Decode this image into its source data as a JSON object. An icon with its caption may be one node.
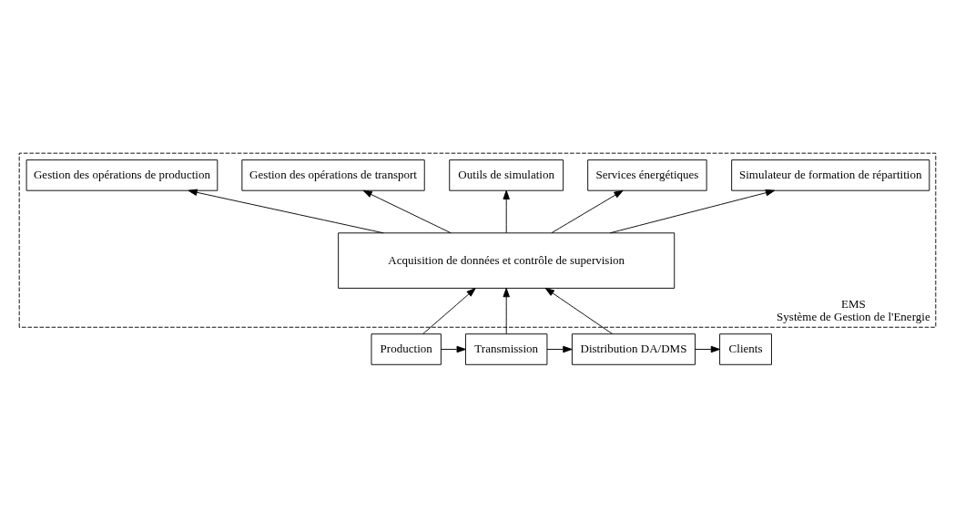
{
  "diagram": {
    "nodes": [
      {
        "text": [
          "EMS",
          "Système de Gestion de l'Energie"
        ]
      },
      {
        "text": [
          "Gestion des opérations de production"
        ],
        "in": 0
      },
      {
        "text": [
          "Gestion des opérations de transport"
        ],
        "in": 0
      },
      {
        "text": [
          "Outils de simulation"
        ],
        "in": 0
      },
      {
        "text": [
          "Services énergétiques"
        ],
        "in": 0
      },
      {
        "text": [
          "Simulateur de formation de répartition"
        ],
        "in": 0
      },
      {
        "text": [
          "Acquisition de données et contrôle de supervision"
        ],
        "in": 0
      },
      {
        "text": [
          "Production"
        ]
      },
      {
        "text": [
          "Transmission"
        ]
      },
      {
        "text": [
          "Distribution DA/DMS"
        ]
      },
      {
        "text": [
          "Clients"
        ]
      }
    ],
    "edges": [
      {
        "from": 6,
        "to": 1,
        "arrow": "to"
      },
      {
        "from": 6,
        "to": 2,
        "arrow": "to"
      },
      {
        "from": 6,
        "to": 3,
        "arrow": "to"
      },
      {
        "from": 6,
        "to": 4,
        "arrow": "to"
      },
      {
        "from": 6,
        "to": 5,
        "arrow": "to"
      },
      {
        "from": 7,
        "to": 6,
        "arrow": "to"
      },
      {
        "from": 8,
        "to": 6,
        "arrow": "to"
      },
      {
        "from": 9,
        "to": 6,
        "arrow": "to"
      },
      {
        "from": 7,
        "to": 8,
        "arrow": "to"
      },
      {
        "from": 8,
        "to": 9,
        "arrow": "to"
      },
      {
        "from": 9,
        "to": 10,
        "arrow": "to"
      }
    ]
  }
}
